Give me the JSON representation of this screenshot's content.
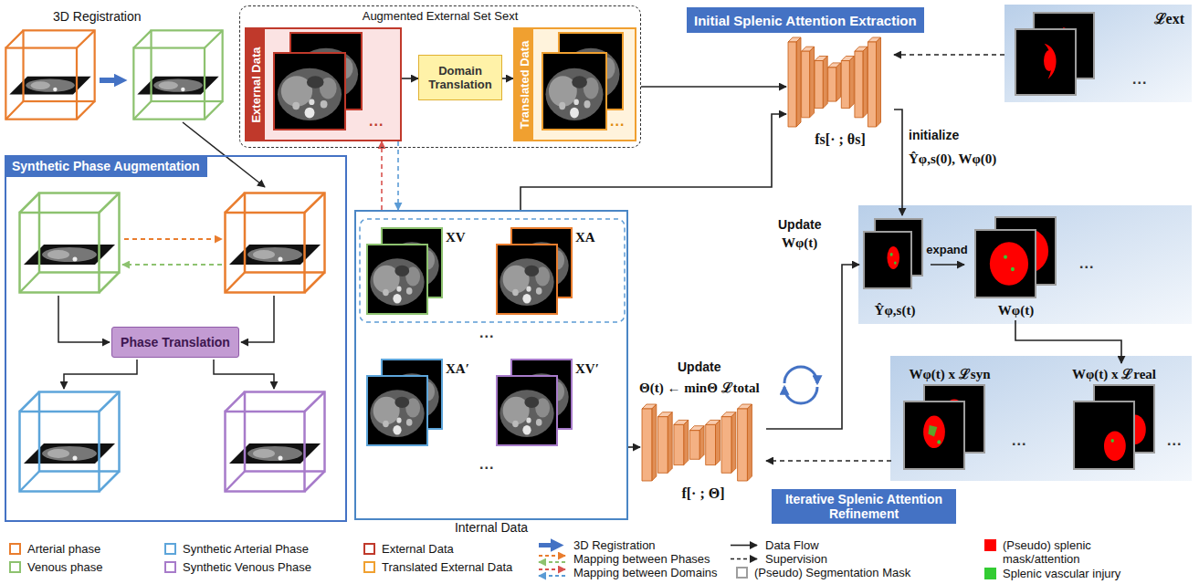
{
  "diagram": {
    "nodes": [
      {
        "text": [
          "Synthetic Phase Augmentation"
        ]
      },
      {
        "text": [
          "Phase Translation"
        ],
        "in": 0
      },
      {
        "text": [
          "Augmented External Set Sext"
        ]
      },
      {
        "text": [
          "External Data"
        ],
        "in": 2
      },
      {
        "text": [
          "Domain Translation"
        ],
        "in": 2
      },
      {
        "text": [
          "Translated Data"
        ],
        "in": 2
      },
      {
        "text": [
          "Initial Splenic Attention Extraction"
        ]
      },
      {
        "text": [
          "fs[· ; θs]"
        ]
      },
      {
        "text": [
          "ℒext"
        ]
      },
      {
        "text": [
          "Internal Data"
        ]
      },
      {
        "text": [
          "XV"
        ],
        "in": 9
      },
      {
        "text": [
          "XA"
        ],
        "in": 9
      },
      {
        "text": [
          "XA′"
        ],
        "in": 9
      },
      {
        "text": [
          "XV′"
        ],
        "in": 9
      },
      {
        "text": [
          "f[· ; Θ]"
        ]
      },
      {
        "text": [
          "Iterative Splenic Attention Refinement"
        ]
      },
      {
        "text": [
          "Ŷφ,s(t)"
        ]
      },
      {
        "text": [
          "Wφ(t)"
        ]
      },
      {
        "text": [
          "Wφ(t) x ℒsyn"
        ]
      },
      {
        "text": [
          "Wφ(t) x ℒreal"
        ]
      }
    ],
    "edges": [
      {
        "from": 3,
        "to": 4,
        "arrow": "to"
      },
      {
        "from": 4,
        "to": 5,
        "arrow": "to"
      },
      {
        "from": 2,
        "to": 7,
        "arrow": "to"
      },
      {
        "from": 9,
        "to": 7,
        "arrow": "to"
      },
      {
        "from": 8,
        "to": 7,
        "arrow": "to"
      },
      {
        "from": 7,
        "to": 16,
        "arrow": "to",
        "label": "initialize"
      },
      {
        "from": 9,
        "to": 14,
        "arrow": "to"
      },
      {
        "from": 14,
        "to": 16,
        "arrow": "to"
      },
      {
        "from": 16,
        "to": 17,
        "arrow": "to",
        "label": "expand"
      },
      {
        "from": 17,
        "to": 19,
        "arrow": "to"
      },
      {
        "from": 18,
        "to": 14,
        "arrow": "to"
      },
      {
        "from": 9,
        "to": 3,
        "arrow": "to"
      },
      {
        "from": 3,
        "to": 9,
        "arrow": "to"
      }
    ],
    "labels": [
      "3D Registration",
      "Ŷφ,s(0), Wφ(0)",
      "Update",
      "Θ(t) ← minΘ ℒtotal",
      "Update",
      "Wφ(t)",
      "...",
      "...",
      "...",
      "...",
      "...",
      "...",
      "...",
      "..."
    ],
    "legend": [
      {
        "text": "Arterial phase",
        "color": "#e97d2e"
      },
      {
        "text": "Venous phase",
        "color": "#8dc26f"
      },
      {
        "text": "Synthetic Arterial Phase",
        "color": "#5da5da"
      },
      {
        "text": "Synthetic Venous Phase",
        "color": "#a77bca"
      },
      {
        "text": "External Data",
        "color": "#c0392b"
      },
      {
        "text": "Translated External Data",
        "color": "#f0a030"
      },
      {
        "text": "3D Registration"
      },
      {
        "text": "Mapping between Phases"
      },
      {
        "text": "Mapping between Domains"
      },
      {
        "text": "Data Flow"
      },
      {
        "text": "Supervision"
      },
      {
        "text": "(Pseudo) Segmentation Mask",
        "color": "#9e9e9e"
      },
      {
        "text": "(Pseudo) splenic mask/attention",
        "color": "#ff0000"
      },
      {
        "text": "Splenic vascular injury",
        "color": "#33cc33"
      }
    ]
  }
}
